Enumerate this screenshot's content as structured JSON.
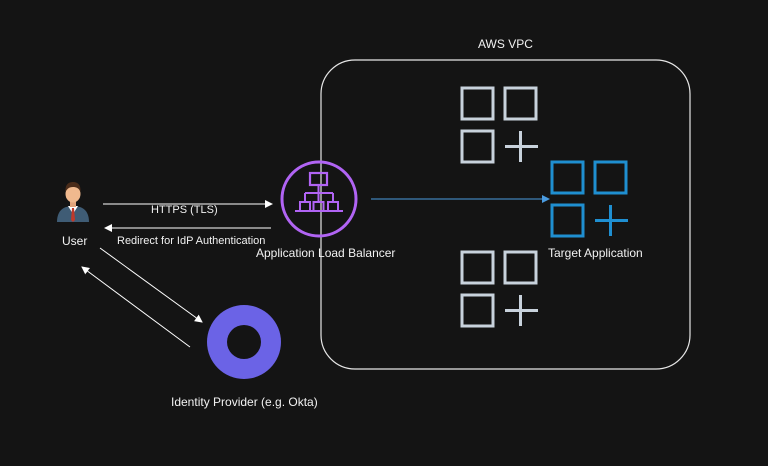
{
  "diagram": {
    "vpc_label": "AWS VPC",
    "user_label": "User",
    "https_label": "HTTPS (TLS)",
    "redirect_label": "Redirect for IdP Authentication",
    "alb_label": "Application Load Balancer",
    "target_label": "Target Application",
    "idp_label": "Identity Provider (e.g. Okta)"
  },
  "colors": {
    "background": "#141414",
    "vpc_border": "#e6e6e6",
    "alb_purple": "#b164f4",
    "target_blue": "#1f8fd1",
    "idle_grey": "#c8d2dc",
    "idp_purple": "#6b63e6",
    "arrow_white": "#ffffff",
    "arrow_blue": "#4a9be0"
  },
  "icons": [
    "user-avatar-icon",
    "load-balancer-icon",
    "instances-icon",
    "identity-provider-icon"
  ]
}
